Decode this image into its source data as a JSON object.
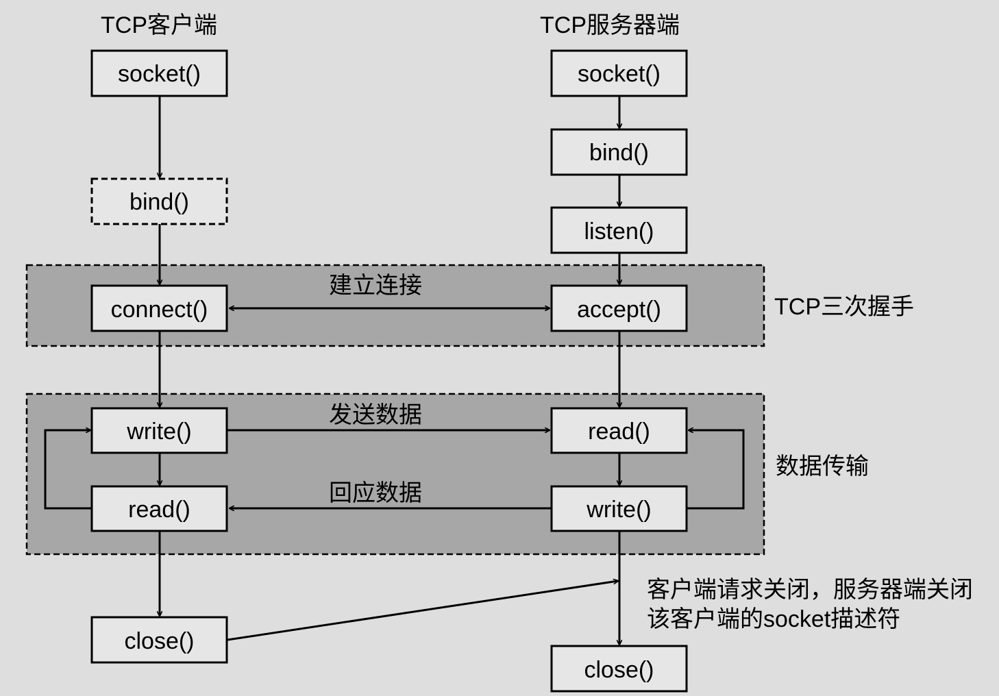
{
  "titles": {
    "client": "TCP客户端",
    "server": "TCP服务器端"
  },
  "groups": {
    "handshake": "TCP三次握手",
    "transfer": "数据传输"
  },
  "nodes": {
    "client_socket": "socket()",
    "client_bind": "bind()",
    "client_connect": "connect()",
    "client_write": "write()",
    "client_read": "read()",
    "client_close": "close()",
    "server_socket": "socket()",
    "server_bind": "bind()",
    "server_listen": "listen()",
    "server_accept": "accept()",
    "server_read": "read()",
    "server_write": "write()",
    "server_close": "close()"
  },
  "edge_labels": {
    "connect": "建立连接",
    "send": "发送数据",
    "reply": "回应数据"
  },
  "note": {
    "line1": "客户端请求关闭，服务器端关闭",
    "line2": "该客户端的socket描述符"
  }
}
